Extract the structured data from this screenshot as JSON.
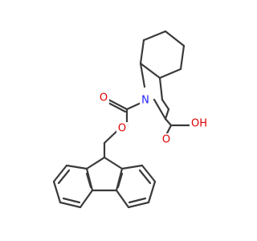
{
  "atoms": {
    "nitrogen": "N",
    "oxygen_acid_carbonyl": "O",
    "oxygen_acid_hydroxyl": "OH",
    "oxygen_carbamate_carbonyl": "O",
    "oxygen_carbamate_ester": "O"
  },
  "colors": {
    "bond": "#3a3a3a",
    "nitrogen": "#2020ff",
    "oxygen": "#e00000",
    "background": "#ffffff"
  }
}
